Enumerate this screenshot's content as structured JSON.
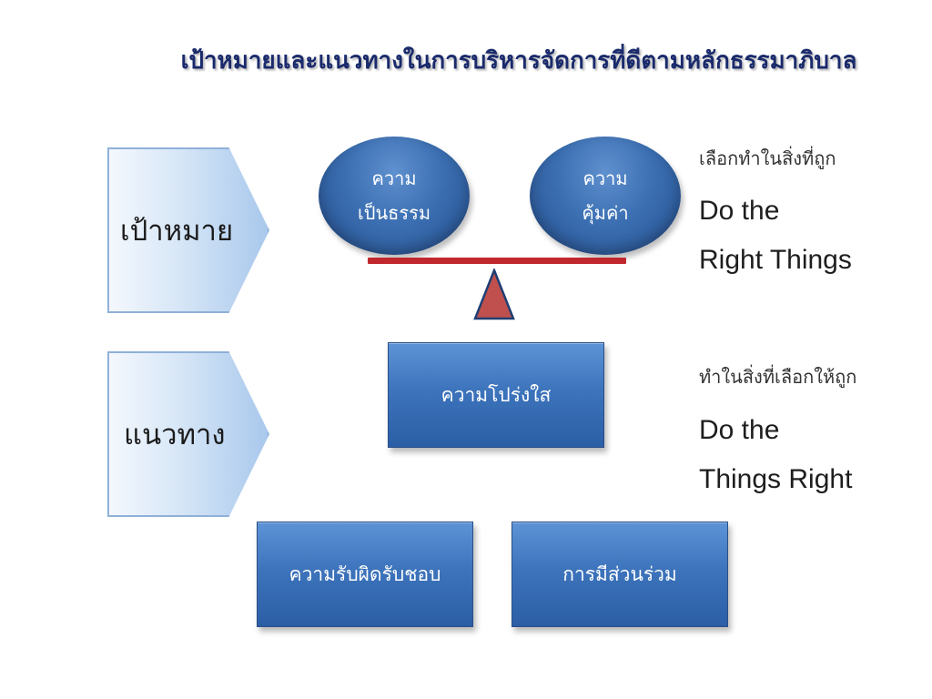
{
  "title": "เป้าหมายและแนวทางในการบริหารจัดการที่ดีตามหลักธรรมาภิบาล",
  "left_arrows": {
    "goal": "เป้าหมาย",
    "approach": "แนวทาง"
  },
  "circles": {
    "left": {
      "line1": "ความ",
      "line2": "เป็นธรรม"
    },
    "right": {
      "line1": "ความ",
      "line2": "คุ้มค่า"
    }
  },
  "boxes": {
    "transparency": "ความโปร่งใส",
    "accountability": "ความรับผิดรับชอบ",
    "participation": "การมีส่วนร่วม"
  },
  "right_text": {
    "goal_thai": "เลือกทำในสิ่งที่ถูก",
    "goal_en_line1": "Do the",
    "goal_en_line2": "Right Things",
    "approach_thai": "ทำในสิ่งที่เลือกให้ถูก",
    "approach_en_line1": "Do the",
    "approach_en_line2": "Things Right"
  },
  "colors": {
    "title": "#1a2a6c",
    "shape_blue": "#3b6fb2",
    "beam_red": "#c0282d",
    "arrow_light_blue": "#a9c8ec"
  }
}
